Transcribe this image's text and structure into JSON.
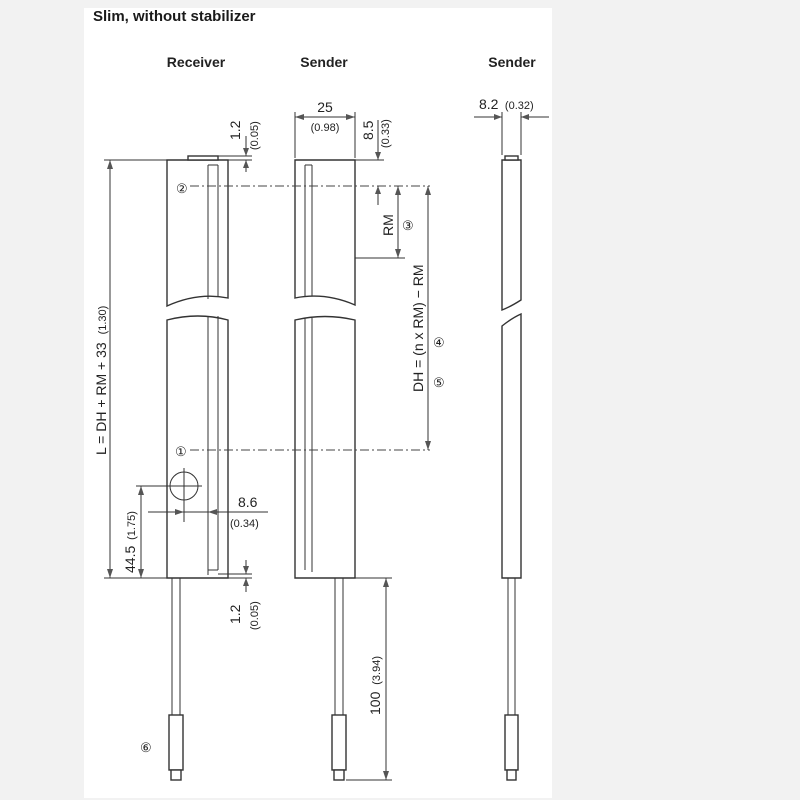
{
  "title": "Slim, without stabilizer",
  "columns": {
    "receiver": "Receiver",
    "sender_front": "Sender",
    "sender_side": "Sender"
  },
  "dimensions": {
    "top_gap_mm": "1.2",
    "top_gap_in": "(0.05)",
    "width_mm": "25",
    "width_in": "(0.98)",
    "first_beam_mm": "8.5",
    "first_beam_in": "(0.33)",
    "side_width_mm": "8.2",
    "side_width_in": "(0.32)",
    "rm": "RM",
    "dh": "DH = (n x RM) − RM",
    "length": "L = DH + RM + 33",
    "length_in": "(1.30)",
    "bottom_offset_mm": "44.5",
    "bottom_offset_in": "(1.75)",
    "window_offset_mm": "8.6",
    "window_offset_in": "(0.34)",
    "bottom_gap_mm": "1.2",
    "bottom_gap_in": "(0.05)",
    "cable_mm": "100",
    "cable_in": "(3.94)"
  },
  "callouts": {
    "c1": "①",
    "c2": "②",
    "c3": "③",
    "c4": "④",
    "c5": "⑤",
    "c6": "⑥"
  }
}
